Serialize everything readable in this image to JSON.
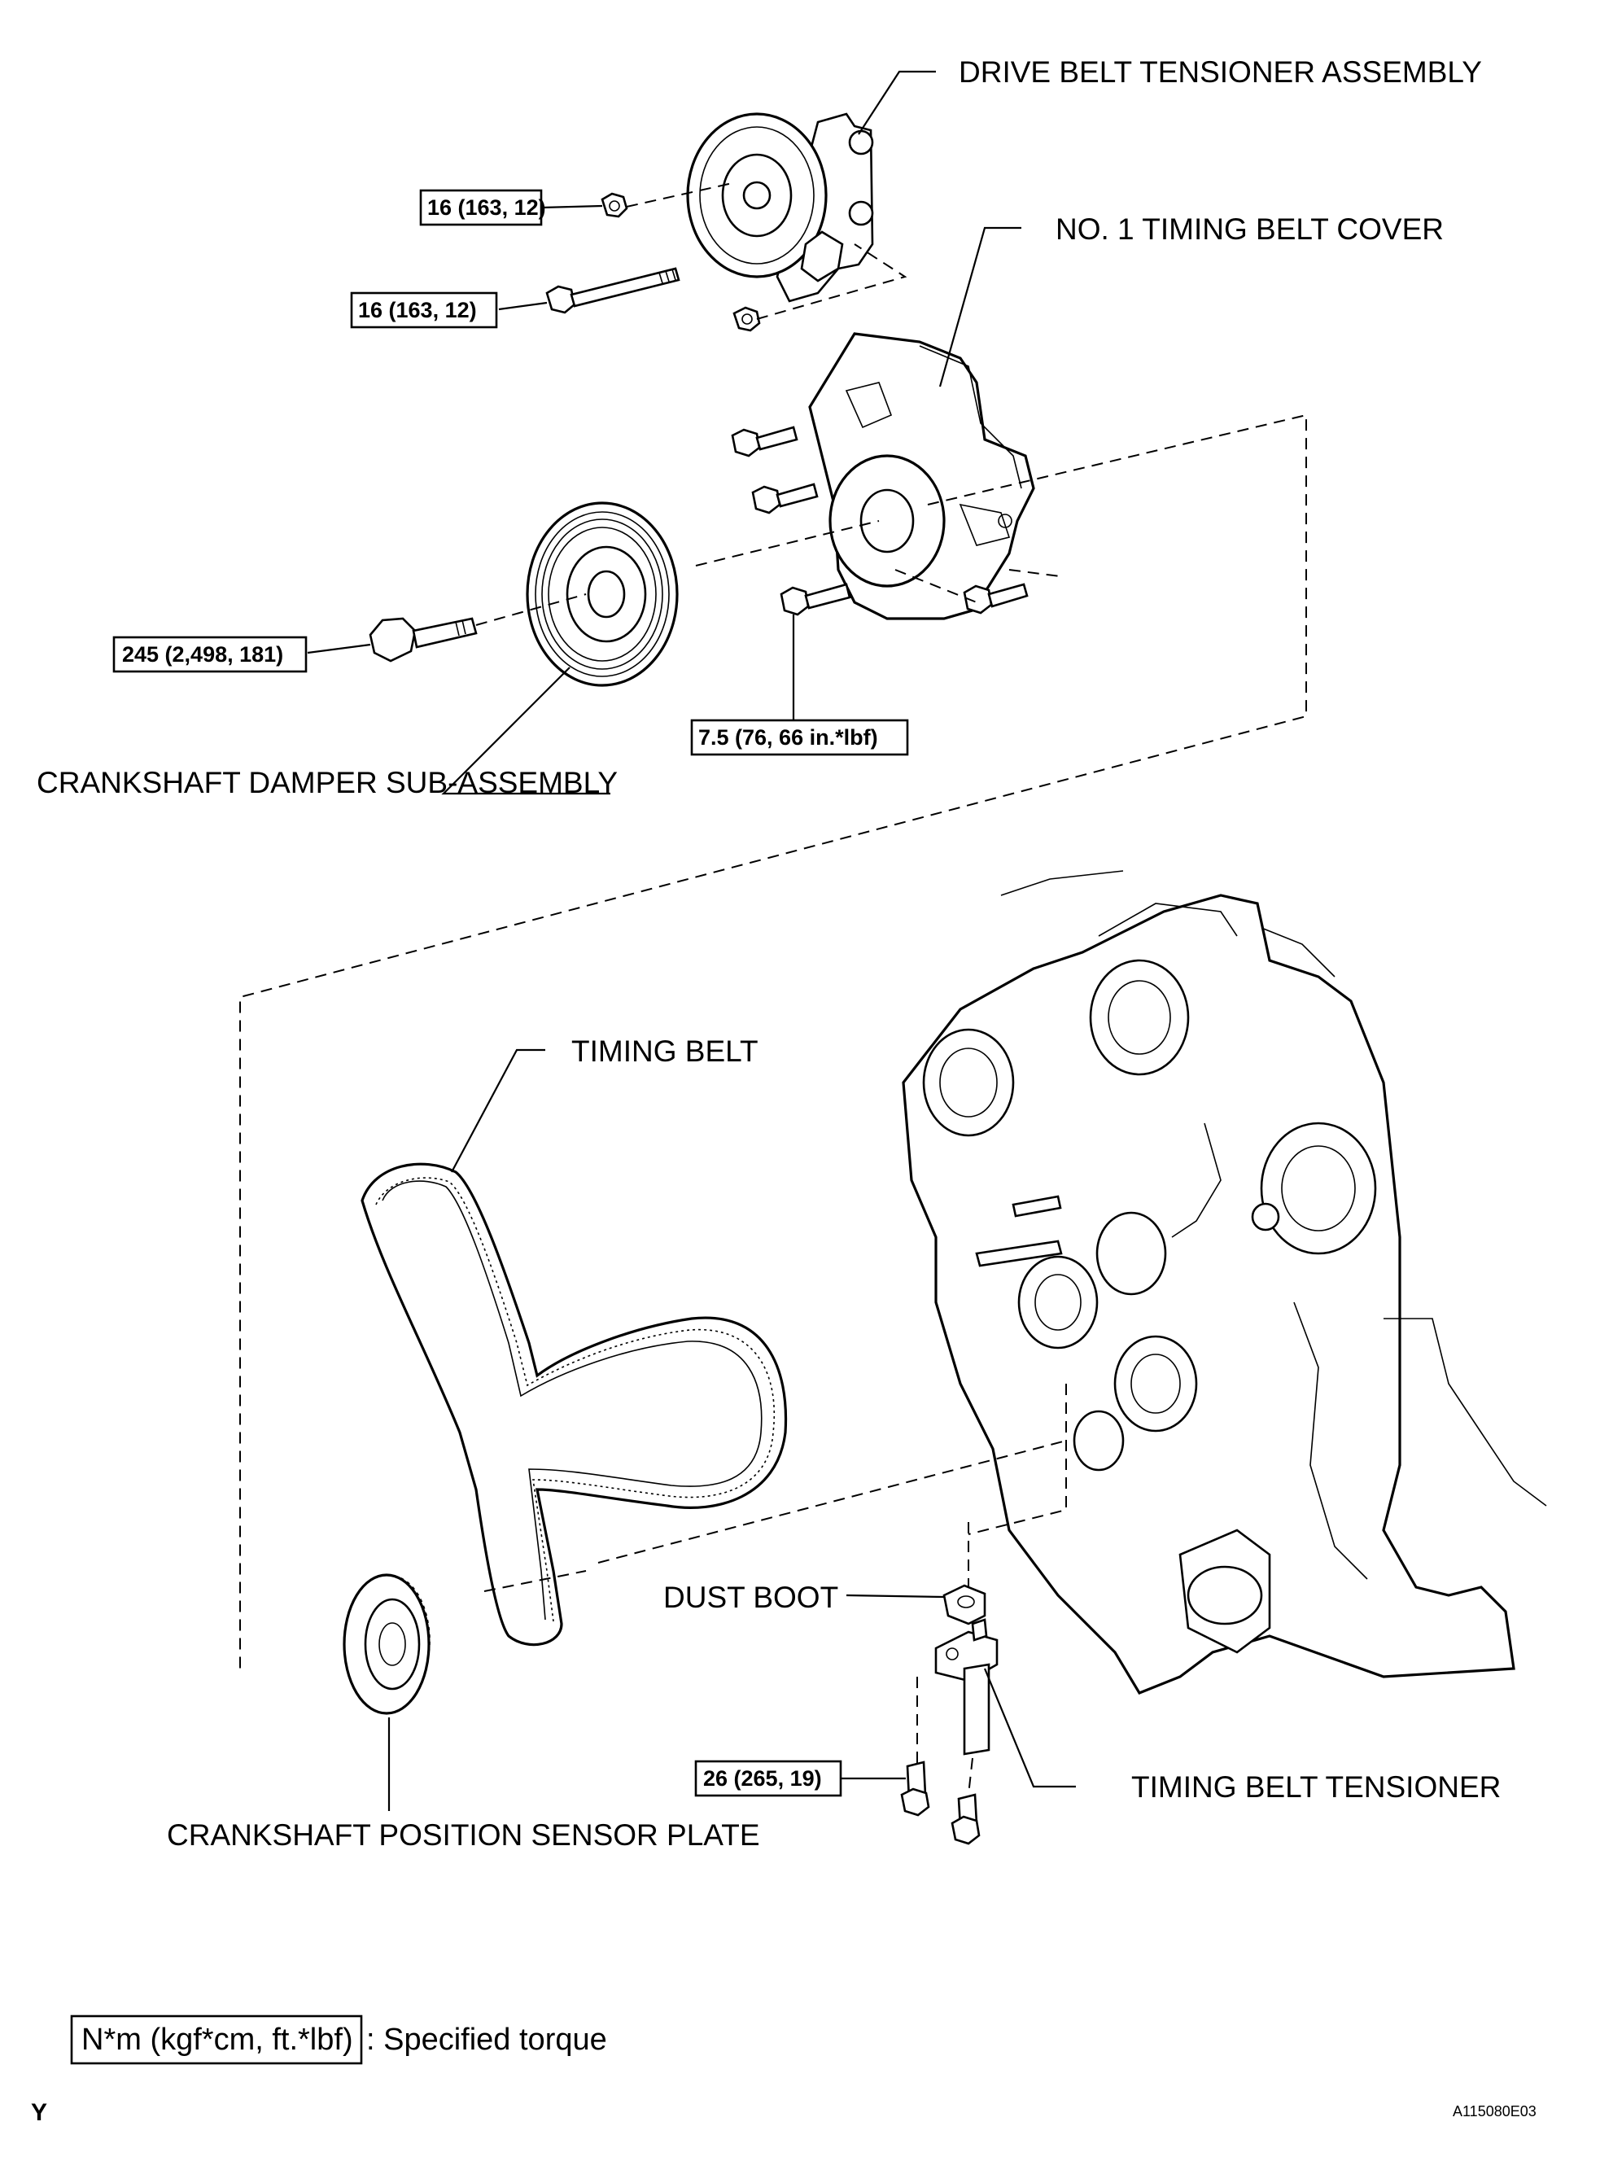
{
  "labels": {
    "drive_belt_tensioner": "DRIVE BELT TENSIONER ASSEMBLY",
    "timing_belt_cover": "NO. 1 TIMING BELT COVER",
    "crankshaft_damper": "CRANKSHAFT DAMPER SUB-ASSEMBLY",
    "timing_belt": "TIMING BELT",
    "dust_boot": "DUST BOOT",
    "timing_belt_tensioner": "TIMING BELT TENSIONER",
    "crankshaft_sensor_plate": "CRANKSHAFT POSITION SENSOR PLATE"
  },
  "torque_specs": {
    "tensioner_nut": "16 (163, 12)",
    "tensioner_bolt": "16 (163, 12)",
    "damper_bolt": "245 (2,498, 181)",
    "cover_bolt": "7.5 (76, 66 in.*lbf)",
    "belt_tensioner_bolt": "26 (265, 19)"
  },
  "legend": {
    "unit_box": "N*m (kgf*cm, ft.*lbf)",
    "description": ": Specified torque"
  },
  "corner_mark": "Y",
  "figure_code": "A115080E03"
}
